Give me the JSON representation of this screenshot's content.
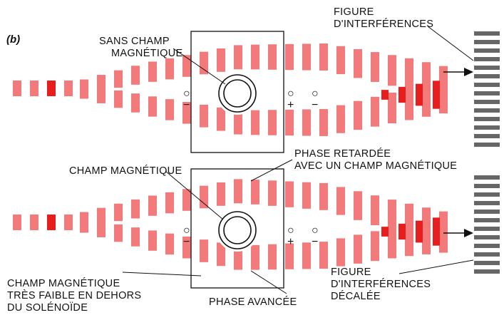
{
  "panel_label": "b",
  "colors": {
    "wave": "#f27a7a",
    "wave_dense": "#e81e1e",
    "ink": "#111111",
    "paper": "#ffffff"
  },
  "top": {
    "label_field": [
      "SANS CHAMP",
      "MAGNÉTIQUE"
    ],
    "label_pattern": [
      "FIGURE",
      "D'INTERFÉRENCES"
    ],
    "sym_minus_left": "−",
    "sym_circle_left": "○",
    "sym_circle_right": "○",
    "sym_plus": "+",
    "sym_circle_far": "○",
    "sym_minus_far": "−"
  },
  "bottom": {
    "label_field": "CHAMP MAGNÉTIQUE",
    "label_retard": [
      "PHASE RETARDÉE",
      "AVEC UN CHAMP MAGNÉTIQUE"
    ],
    "label_weak": [
      "CHAMP MAGNÉTIQUE",
      "TRÈS FAIBLE EN DEHORS",
      "DU SOLÉNOÏDE"
    ],
    "label_advance": "PHASE AVANCÉE",
    "label_pattern": [
      "FIGURE",
      "D'INTERFÉRENCES",
      "DÉCALÉE"
    ],
    "sym_minus_left": "−",
    "sym_circle_left": "○",
    "sym_circle_right": "○",
    "sym_plus": "+",
    "sym_circle_far": "○",
    "sym_minus_far": "−"
  }
}
